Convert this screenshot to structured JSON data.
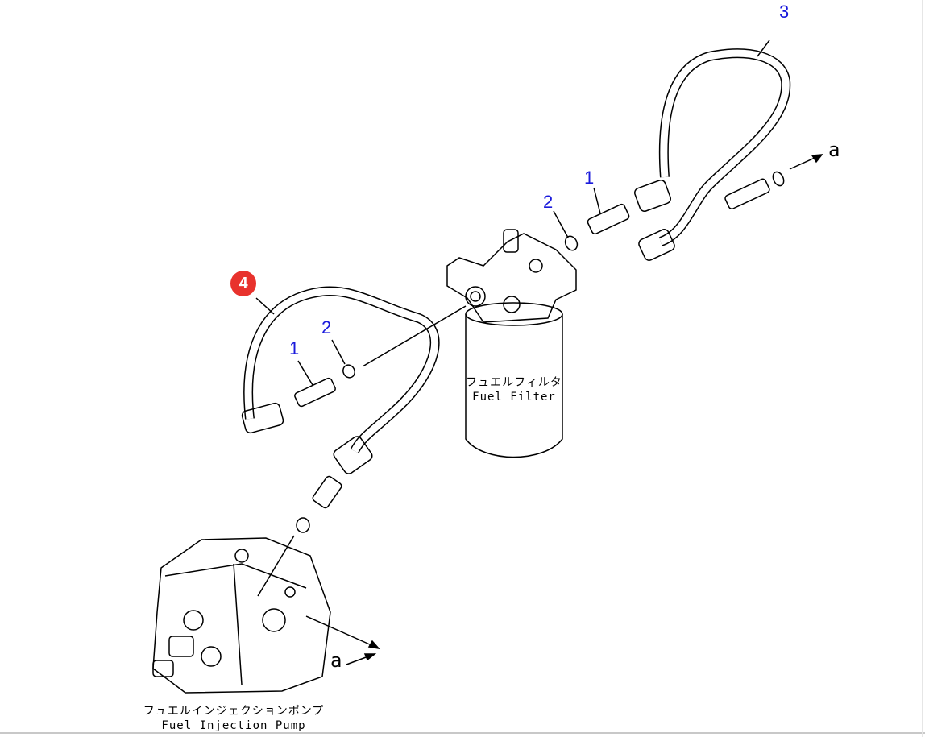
{
  "colors": {
    "callout": "#1a1adc",
    "highlight": "#e8322d"
  },
  "callouts": [
    {
      "id": "3",
      "label": "3"
    },
    {
      "id": "1a",
      "label": "1"
    },
    {
      "id": "2a",
      "label": "2"
    },
    {
      "id": "4",
      "label": "4"
    },
    {
      "id": "1b",
      "label": "1"
    },
    {
      "id": "2b",
      "label": "2"
    }
  ],
  "arrows": {
    "a_top": "a",
    "a_bottom": "a"
  },
  "labels": {
    "filter_jp": "フュエルフィルタ",
    "filter_en": "Fuel Filter",
    "pump_jp": "フュエルインジェクションポンプ",
    "pump_en": "Fuel Injection Pump"
  }
}
